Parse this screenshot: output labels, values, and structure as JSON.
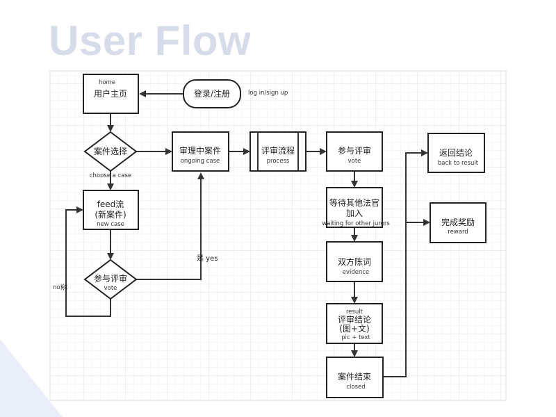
{
  "title": "User Flow",
  "nodes": {
    "home": {
      "en": "home",
      "zh": "用户主页"
    },
    "login": {
      "zh": "登录/注册",
      "note": "log in/sign up"
    },
    "choose": {
      "zh": "案件选择",
      "en": "choose a case"
    },
    "ongoing": {
      "zh": "审理中案件",
      "en": "ongoing case"
    },
    "process": {
      "zh": "评审流程",
      "en": "process"
    },
    "vote_right": {
      "zh": "参与评审",
      "en": "vote"
    },
    "back": {
      "zh": "返回结论",
      "en": "back to result"
    },
    "reward": {
      "zh": "完成奖励",
      "en": "reward"
    },
    "feed": {
      "zh1": "feed流",
      "zh2": "(新案件)",
      "en": "new case"
    },
    "waiting": {
      "zh1": "等待其他法官",
      "zh2": "加入",
      "en": "waiting for other jurors"
    },
    "vote_left": {
      "zh": "参与评审",
      "en": "vote"
    },
    "evidence": {
      "zh": "双方陈词",
      "en": "evidence"
    },
    "result": {
      "en_top": "result",
      "zh1": "评审结论",
      "zh2": "(图+文)",
      "en": "pic + text"
    },
    "closed": {
      "zh": "案件结束",
      "en": "closed"
    }
  },
  "edge_labels": {
    "yes": "是  yes",
    "no_en": "no",
    "no_zh": "否"
  }
}
